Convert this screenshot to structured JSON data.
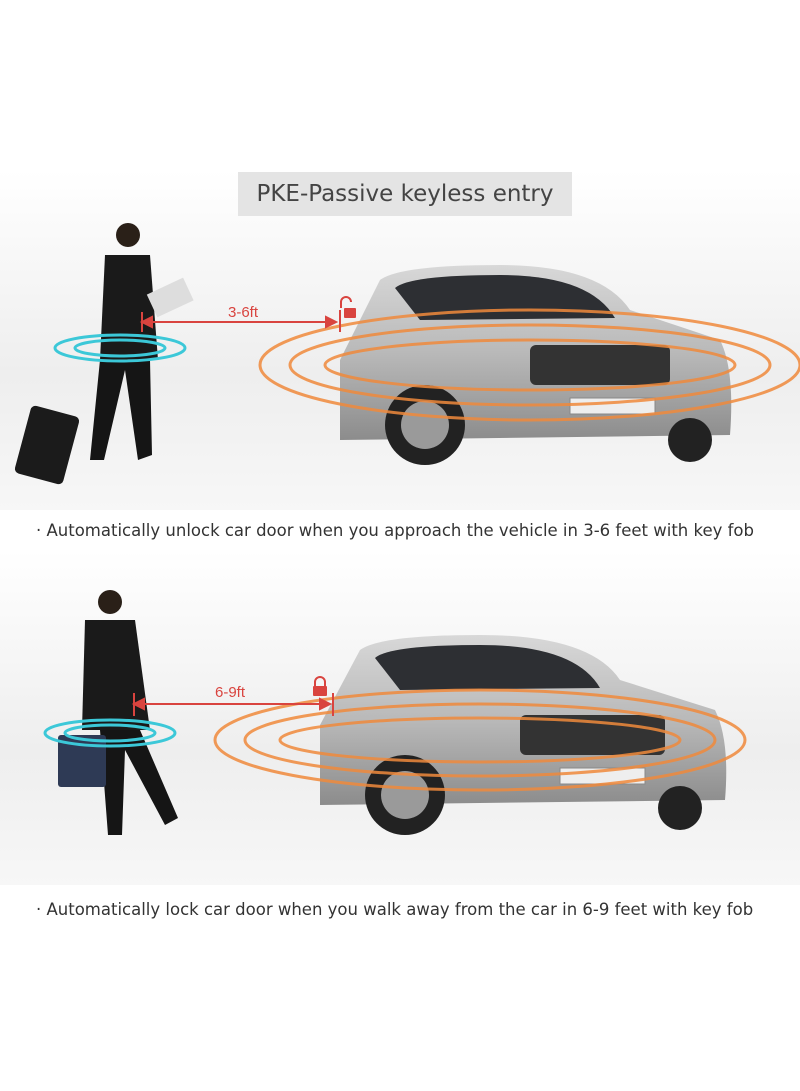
{
  "title": "PKE-Passive keyless entry",
  "panels": [
    {
      "distance_label": "3-6ft",
      "lock_state": "unlocked",
      "caption": "· Automatically unlock car door when you approach the vehicle in 3-6 feet with key fob"
    },
    {
      "distance_label": "6-9ft",
      "lock_state": "locked",
      "caption": "· Automatically lock car door when you walk away from the car in 6-9 feet with key fob"
    }
  ],
  "colors": {
    "accent_red": "#d9443f",
    "signal_cyan": "#3cc8d8",
    "signal_orange": "#f08a3c",
    "title_bg": "#e4e4e4"
  }
}
